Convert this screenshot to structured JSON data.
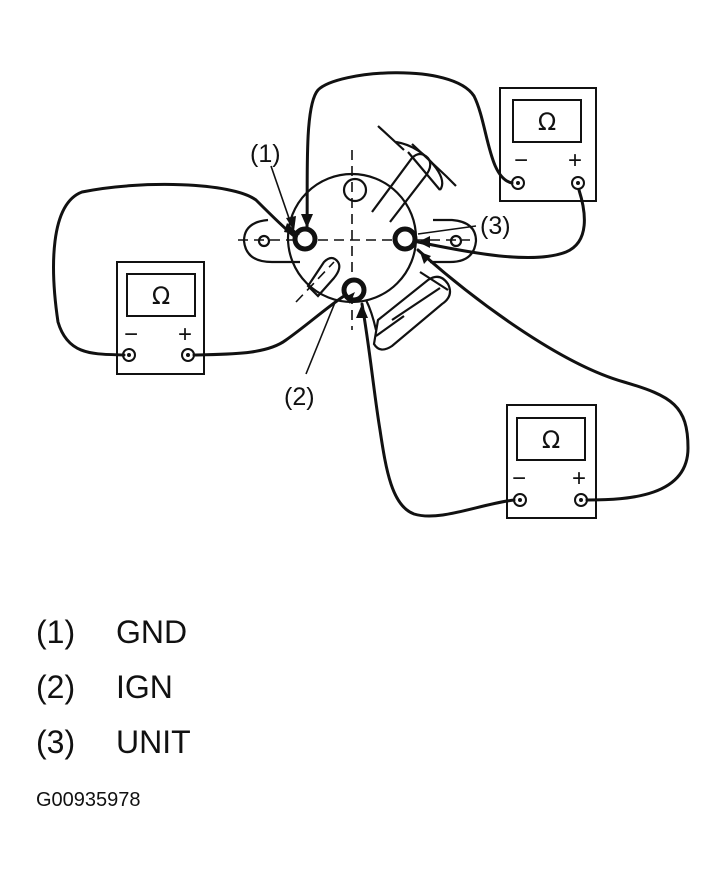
{
  "diagram": {
    "callouts": {
      "c1": "(1)",
      "c2": "(2)",
      "c3": "(3)"
    },
    "meter": {
      "unit": "Ω",
      "minus": "−",
      "plus": "+"
    },
    "colors": {
      "line": "#111111",
      "background": "#ffffff"
    }
  },
  "legend": [
    {
      "num": "(1)",
      "label": "GND"
    },
    {
      "num": "(2)",
      "label": "IGN"
    },
    {
      "num": "(3)",
      "label": "UNIT"
    }
  ],
  "figure_id": "G00935978"
}
